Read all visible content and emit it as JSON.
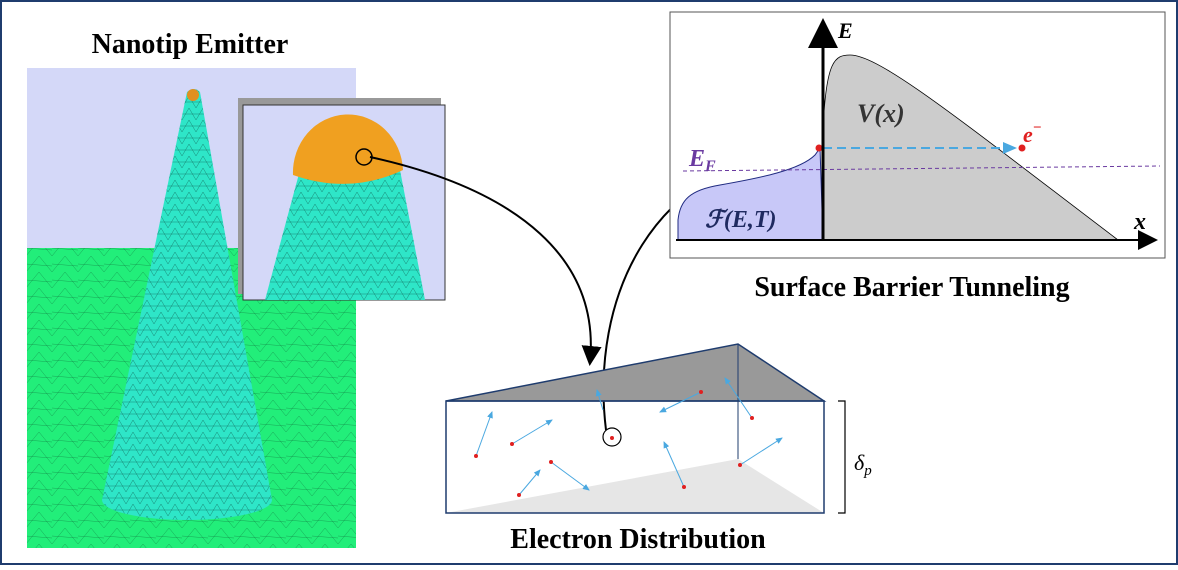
{
  "panels": {
    "nanotip": {
      "title": "Nanotip Emitter"
    },
    "barrier": {
      "title": "Surface Barrier Tunneling",
      "axis_e": "E",
      "axis_x": "x",
      "potential": "V(x)",
      "fermi": "E",
      "fermi_sub": "F",
      "distribution": "ℱ(E,T)",
      "electron": "e",
      "electron_sup": "−"
    },
    "electrons": {
      "title": "Electron Distribution",
      "depth": "δ",
      "depth_sub": "p"
    }
  },
  "colors": {
    "border": "#1f3c6e",
    "teal": "#2ee6c8",
    "green": "#22ee7a",
    "sky": "#d4d8f8",
    "orange": "#f0a020",
    "barrier": "#cccccc",
    "fermi_fill": "#c8c8f8",
    "fermi_label": "#6a3aa0",
    "electron": "#e02020",
    "arrow": "#4aa8e0"
  }
}
